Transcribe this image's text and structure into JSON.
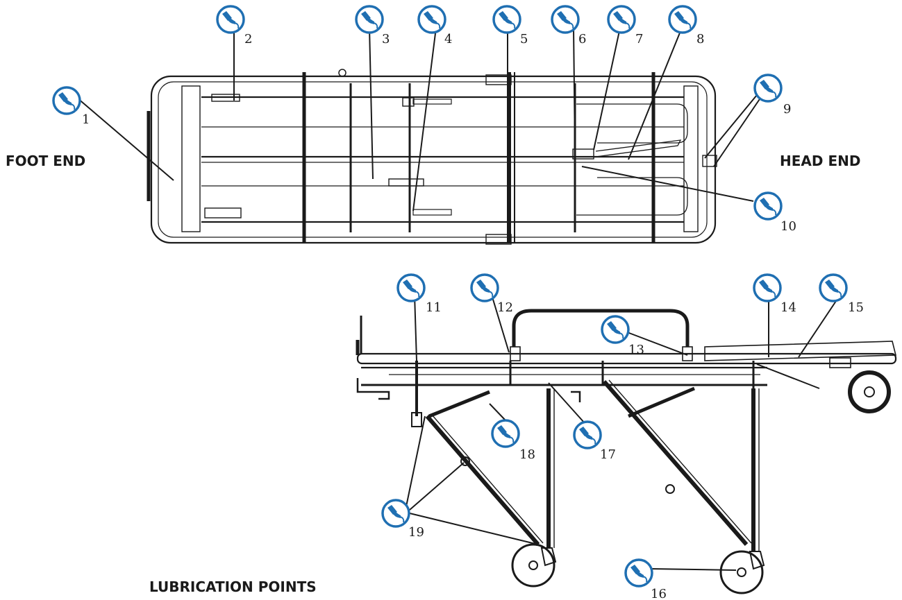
{
  "labels": {
    "foot_end": "FOOT END",
    "head_end": "HEAD END",
    "title": "LUBRICATION POINTS"
  },
  "points": [
    {
      "number": "1"
    },
    {
      "number": "2"
    },
    {
      "number": "3"
    },
    {
      "number": "4"
    },
    {
      "number": "5"
    },
    {
      "number": "6"
    },
    {
      "number": "7"
    },
    {
      "number": "8"
    },
    {
      "number": "9"
    },
    {
      "number": "10"
    },
    {
      "number": "11"
    },
    {
      "number": "12"
    },
    {
      "number": "13"
    },
    {
      "number": "14"
    },
    {
      "number": "15"
    },
    {
      "number": "16"
    },
    {
      "number": "17"
    },
    {
      "number": "18"
    },
    {
      "number": "19"
    }
  ],
  "icon": {
    "name": "oil-can-icon",
    "ring_color": "#1f6fb2",
    "fill_color": "#1f6fb2"
  },
  "colors": {
    "line": "#1a1a1a",
    "background": "#ffffff"
  }
}
